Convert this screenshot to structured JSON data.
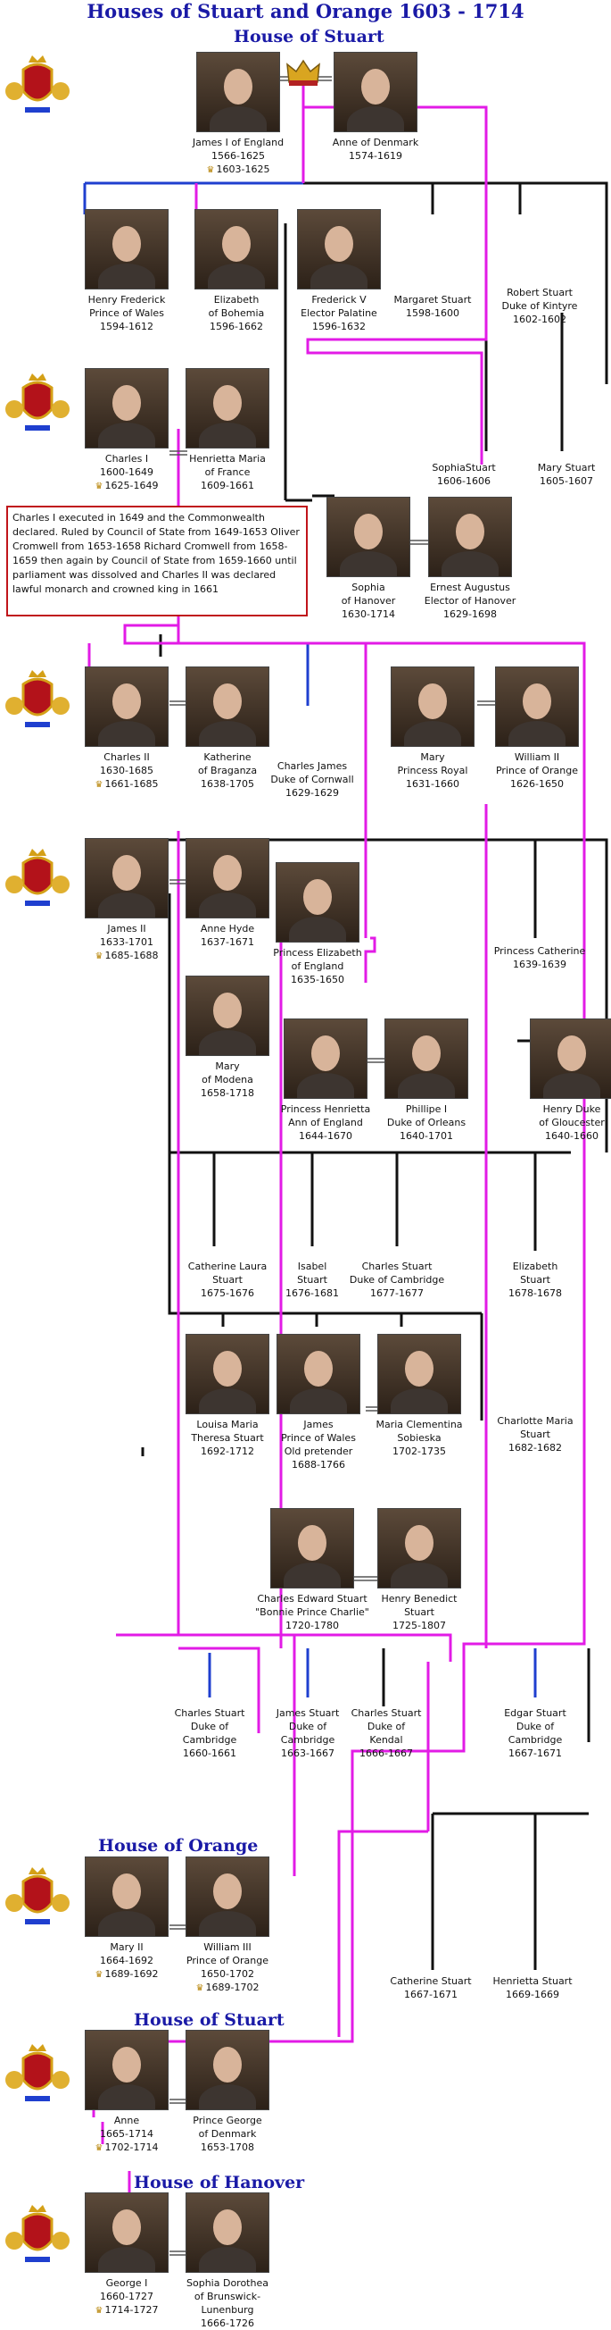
{
  "title": "Houses of Stuart and Orange 1603 - 1714",
  "houses": {
    "stuart1": "House of Stuart",
    "orange": "House of Orange",
    "stuart2": "House of Stuart",
    "hanover": "House of Hanover"
  },
  "reign_icon": "crown-icon",
  "coat_of_arms_icon": "royal-coat-of-arms-icon",
  "colors": {
    "pink_line": "#e21be6",
    "blue_line": "#1f3fcf",
    "black_line": "#111111",
    "title": "#1a1aa6",
    "note_border": "#c0141a"
  },
  "note": "Charles I executed in 1649 and the Commonwealth declared. Ruled by Council of State from 1649-1653 Oliver Cromwell from 1653-1658 Richard Cromwell from 1658-1659 then again by Council of State from 1659-1660 until parliament was dissolved and Charles II was declared lawful monarch and crowned king in 1661",
  "people": {
    "james_i": {
      "lines": [
        "James I of England",
        "1566-1625"
      ],
      "reign": "1603-1625"
    },
    "anne_denmark": {
      "lines": [
        "Anne of Denmark",
        "1574-1619"
      ]
    },
    "henry_frederick": {
      "lines": [
        "Henry Frederick",
        "Prince of Wales",
        "1594-1612"
      ]
    },
    "elizabeth_bohemia": {
      "lines": [
        "Elizabeth",
        "of Bohemia",
        "1596-1662"
      ]
    },
    "frederick_v": {
      "lines": [
        "Frederick V",
        "Elector Palatine",
        "1596-1632"
      ]
    },
    "margaret_stuart": {
      "lines": [
        "Margaret Stuart",
        "1598-1600"
      ]
    },
    "robert_stuart": {
      "lines": [
        "Robert Stuart",
        "Duke of Kintyre",
        "1602-1602"
      ]
    },
    "charles_i": {
      "lines": [
        "Charles I",
        "1600-1649"
      ],
      "reign": "1625-1649"
    },
    "henrietta_maria": {
      "lines": [
        "Henrietta Maria",
        "of France",
        "1609-1661"
      ]
    },
    "sophia_stuart": {
      "lines": [
        "SophiaStuart",
        "1606-1606"
      ]
    },
    "mary_stuart": {
      "lines": [
        "Mary Stuart",
        "1605-1607"
      ]
    },
    "sophia_hanover": {
      "lines": [
        "Sophia",
        "of Hanover",
        "1630-1714"
      ]
    },
    "ernest_augustus": {
      "lines": [
        "Ernest Augustus",
        "Elector of Hanover",
        "1629-1698"
      ]
    },
    "charles_ii": {
      "lines": [
        "Charles II",
        "1630-1685"
      ],
      "reign": "1661-1685"
    },
    "katherine_braganza": {
      "lines": [
        "Katherine",
        "of Braganza",
        "1638-1705"
      ]
    },
    "charles_james": {
      "lines": [
        "Charles James",
        "Duke of Cornwall",
        "1629-1629"
      ]
    },
    "mary_princess_royal": {
      "lines": [
        "Mary",
        "Princess Royal",
        "1631-1660"
      ]
    },
    "william_ii": {
      "lines": [
        "William II",
        "Prince of Orange",
        "1626-1650"
      ]
    },
    "james_ii": {
      "lines": [
        "James II",
        "1633-1701"
      ],
      "reign": "1685-1688"
    },
    "anne_hyde": {
      "lines": [
        "Anne Hyde",
        "1637-1671"
      ]
    },
    "princess_elizabeth": {
      "lines": [
        "Princess Elizabeth",
        "of England",
        "1635-1650"
      ]
    },
    "princess_catherine": {
      "lines": [
        "Princess Catherine",
        "1639-1639"
      ]
    },
    "mary_modena": {
      "lines": [
        "Mary",
        "of Modena",
        "1658-1718"
      ]
    },
    "princess_henrietta": {
      "lines": [
        "Princess Henrietta",
        "Ann of England",
        "1644-1670"
      ]
    },
    "phillipe_i": {
      "lines": [
        "Phillipe I",
        "Duke of Orleans",
        "1640-1701"
      ]
    },
    "henry_gloucester": {
      "lines": [
        "Henry Duke",
        "of Gloucester",
        "1640-1660"
      ]
    },
    "catherine_laura": {
      "lines": [
        "Catherine Laura",
        "Stuart",
        "1675-1676"
      ]
    },
    "isabel_stuart": {
      "lines": [
        "Isabel",
        "Stuart",
        "1676-1681"
      ]
    },
    "charles_stuart_1677": {
      "lines": [
        "Charles Stuart",
        "Duke of Cambridge",
        "1677-1677"
      ]
    },
    "elizabeth_stuart": {
      "lines": [
        "Elizabeth",
        "Stuart",
        "1678-1678"
      ]
    },
    "louisa_maria": {
      "lines": [
        "Louisa Maria",
        "Theresa Stuart",
        "1692-1712"
      ]
    },
    "james_old_pretender": {
      "lines": [
        "James",
        "Prince of Wales",
        "Old pretender",
        "1688-1766"
      ]
    },
    "maria_clementina": {
      "lines": [
        "Maria Clementina",
        "Sobieska",
        "1702-1735"
      ]
    },
    "charlotte_maria": {
      "lines": [
        "Charlotte Maria",
        "Stuart",
        "1682-1682"
      ]
    },
    "charles_edward": {
      "lines": [
        "Charles Edward Stuart",
        "\"Bonnie Prince Charlie\"",
        "1720-1780"
      ]
    },
    "henry_benedict": {
      "lines": [
        "Henry Benedict",
        "Stuart",
        "1725-1807"
      ]
    },
    "charles_stuart_1660": {
      "lines": [
        "Charles Stuart",
        "Duke of",
        "Cambridge",
        "1660-1661"
      ]
    },
    "james_stuart_1663": {
      "lines": [
        "James Stuart",
        "Duke of",
        "Cambridge",
        "1663-1667"
      ]
    },
    "charles_stuart_kendal": {
      "lines": [
        "Charles Stuart",
        "Duke of",
        "Kendal",
        "1666-1667"
      ]
    },
    "edgar_stuart": {
      "lines": [
        "Edgar Stuart",
        "Duke of",
        "Cambridge",
        "1667-1671"
      ]
    },
    "mary_ii": {
      "lines": [
        "Mary II",
        "1664-1692"
      ],
      "reign": "1689-1692"
    },
    "william_iii": {
      "lines": [
        "William III",
        "Prince of Orange",
        "1650-1702"
      ],
      "reign": "1689-1702"
    },
    "catherine_stuart": {
      "lines": [
        "Catherine Stuart",
        "1667-1671"
      ]
    },
    "henrietta_stuart": {
      "lines": [
        "Henrietta Stuart",
        "1669-1669"
      ]
    },
    "anne": {
      "lines": [
        "Anne",
        "1665-1714"
      ],
      "reign": "1702-1714"
    },
    "prince_george": {
      "lines": [
        "Prince George",
        "of Denmark",
        "1653-1708"
      ]
    },
    "george_i": {
      "lines": [
        "George I",
        "1660-1727"
      ],
      "reign": "1714-1727"
    },
    "sophia_dorothea": {
      "lines": [
        "Sophia Dorothea",
        "of Brunswick-Lunenburg",
        "1666-1726"
      ]
    }
  }
}
